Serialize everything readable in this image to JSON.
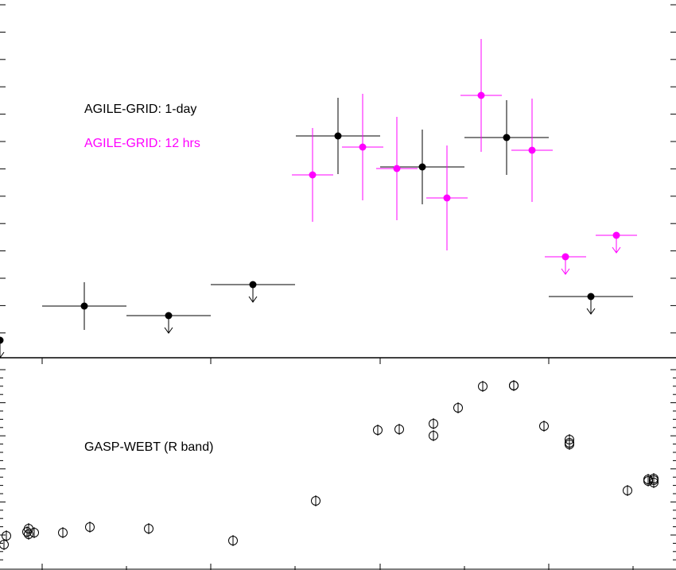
{
  "chart_data": [
    {
      "type": "scatter",
      "panel": "gamma",
      "xlim": [
        0,
        850
      ],
      "ylim": [
        0,
        450
      ],
      "legend": "upper-left",
      "labels": [
        {
          "text": "AGILE-GRID: 1-day",
          "color": "#000000"
        },
        {
          "text": "AGILE-GRID: 12 hrs",
          "color": "#ff00ff"
        }
      ],
      "series": [
        {
          "color": "#000000",
          "points": [
            {
              "x": 0,
              "y": 22,
              "xerr": 0,
              "yerr": 0,
              "upper_limit": true
            },
            {
              "x": 106,
              "y": 65,
              "xerr": 53,
              "yerr": 30,
              "upper_limit": false
            },
            {
              "x": 212,
              "y": 53,
              "xerr": 53,
              "yerr": 0,
              "upper_limit": true
            },
            {
              "x": 318,
              "y": 92,
              "xerr": 53,
              "yerr": 0,
              "upper_limit": true
            },
            {
              "x": 425,
              "y": 279,
              "xerr": 53,
              "yerr": 48,
              "upper_limit": false
            },
            {
              "x": 531,
              "y": 240,
              "xerr": 53,
              "yerr": 47,
              "upper_limit": false
            },
            {
              "x": 637,
              "y": 277,
              "xerr": 53,
              "yerr": 47,
              "upper_limit": false
            },
            {
              "x": 743,
              "y": 77,
              "xerr": 53,
              "yerr": 0,
              "upper_limit": true
            }
          ]
        },
        {
          "color": "#ff00ff",
          "points": [
            {
              "x": 393,
              "y": 230,
              "xerr": 26,
              "yerr": 59,
              "upper_limit": false
            },
            {
              "x": 456,
              "y": 265,
              "xerr": 26,
              "yerr": 67,
              "upper_limit": false
            },
            {
              "x": 499,
              "y": 238,
              "xerr": 26,
              "yerr": 65,
              "upper_limit": false
            },
            {
              "x": 562,
              "y": 201,
              "xerr": 26,
              "yerr": 66,
              "upper_limit": false
            },
            {
              "x": 605,
              "y": 330,
              "xerr": 26,
              "yerr": 71,
              "upper_limit": false
            },
            {
              "x": 669,
              "y": 261,
              "xerr": 26,
              "yerr": 65,
              "upper_limit": false
            },
            {
              "x": 711,
              "y": 127,
              "xerr": 26,
              "yerr": 0,
              "upper_limit": true
            },
            {
              "x": 775,
              "y": 154,
              "xerr": 26,
              "yerr": 0,
              "upper_limit": true
            }
          ]
        }
      ]
    },
    {
      "type": "scatter",
      "panel": "optical",
      "xlim": [
        0,
        850
      ],
      "ylim": [
        0,
        267
      ],
      "legend": "upper-left",
      "labels": [
        {
          "text": "GASP-WEBT (R band)",
          "color": "#000000"
        }
      ],
      "series": [
        {
          "color": "#000000",
          "marker": "open-circle",
          "points": [
            {
              "x": 5,
              "y": 32
            },
            {
              "x": 8,
              "y": 43
            },
            {
              "x": 34,
              "y": 48
            },
            {
              "x": 36,
              "y": 52
            },
            {
              "x": 36,
              "y": 45
            },
            {
              "x": 43,
              "y": 47
            },
            {
              "x": 79,
              "y": 47
            },
            {
              "x": 113,
              "y": 54
            },
            {
              "x": 187,
              "y": 52
            },
            {
              "x": 293,
              "y": 37
            },
            {
              "x": 397,
              "y": 87
            },
            {
              "x": 475,
              "y": 176
            },
            {
              "x": 502,
              "y": 177
            },
            {
              "x": 545,
              "y": 184
            },
            {
              "x": 545,
              "y": 169
            },
            {
              "x": 576,
              "y": 204
            },
            {
              "x": 607,
              "y": 231
            },
            {
              "x": 646,
              "y": 232
            },
            {
              "x": 646,
              "y": 232
            },
            {
              "x": 684,
              "y": 181
            },
            {
              "x": 716,
              "y": 164
            },
            {
              "x": 716,
              "y": 160
            },
            {
              "x": 716,
              "y": 158
            },
            {
              "x": 789,
              "y": 100
            },
            {
              "x": 815,
              "y": 112
            },
            {
              "x": 815,
              "y": 114
            },
            {
              "x": 822,
              "y": 110
            },
            {
              "x": 822,
              "y": 113
            },
            {
              "x": 822,
              "y": 115
            }
          ]
        }
      ]
    }
  ]
}
